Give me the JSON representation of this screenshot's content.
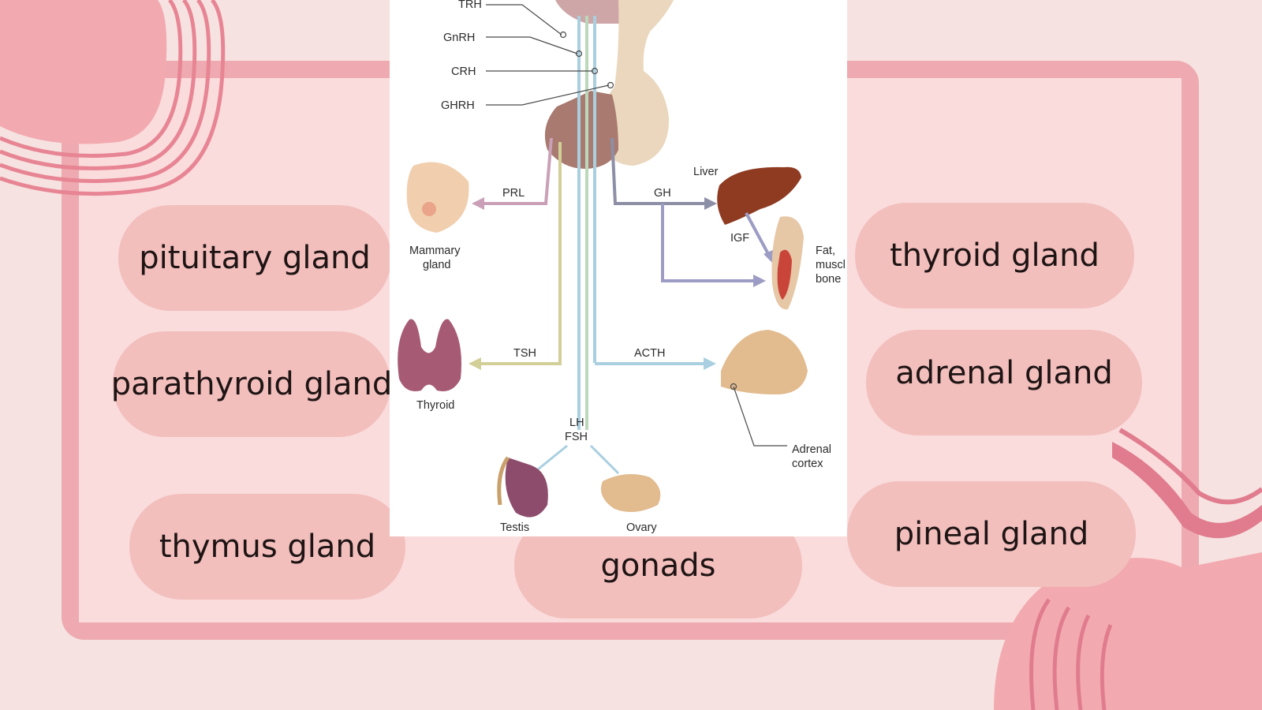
{
  "labels": {
    "pituitary": "pituitary gland",
    "thyroid": "thyroid gland",
    "parathyroid": "parathyroid gland",
    "adrenal": "adrenal gland",
    "thymus": "thymus gland",
    "gonads": "gonads",
    "pineal": "pineal gland"
  },
  "diagram": {
    "trh": "TRH",
    "gnrh": "GnRH",
    "crh": "CRH",
    "ghrh": "GHRH",
    "prl": "PRL",
    "gh": "GH",
    "liver": "Liver",
    "igf": "IGF",
    "mammary_1": "Mammary",
    "mammary_2": "gland",
    "fat_1": "Fat,",
    "fat_2": "muscl",
    "fat_3": "bone",
    "tsh": "TSH",
    "acth": "ACTH",
    "thyroid": "Thyroid",
    "lh": "LH",
    "fsh": "FSH",
    "adrenal_1": "Adrenal",
    "adrenal_2": "cortex",
    "testis": "Testis",
    "ovary": "Ovary"
  },
  "colors": {
    "background": "#f6e3e1",
    "frame": "#eeaab0",
    "pill": "#f2bfbd",
    "accent": "#e07c8e"
  }
}
